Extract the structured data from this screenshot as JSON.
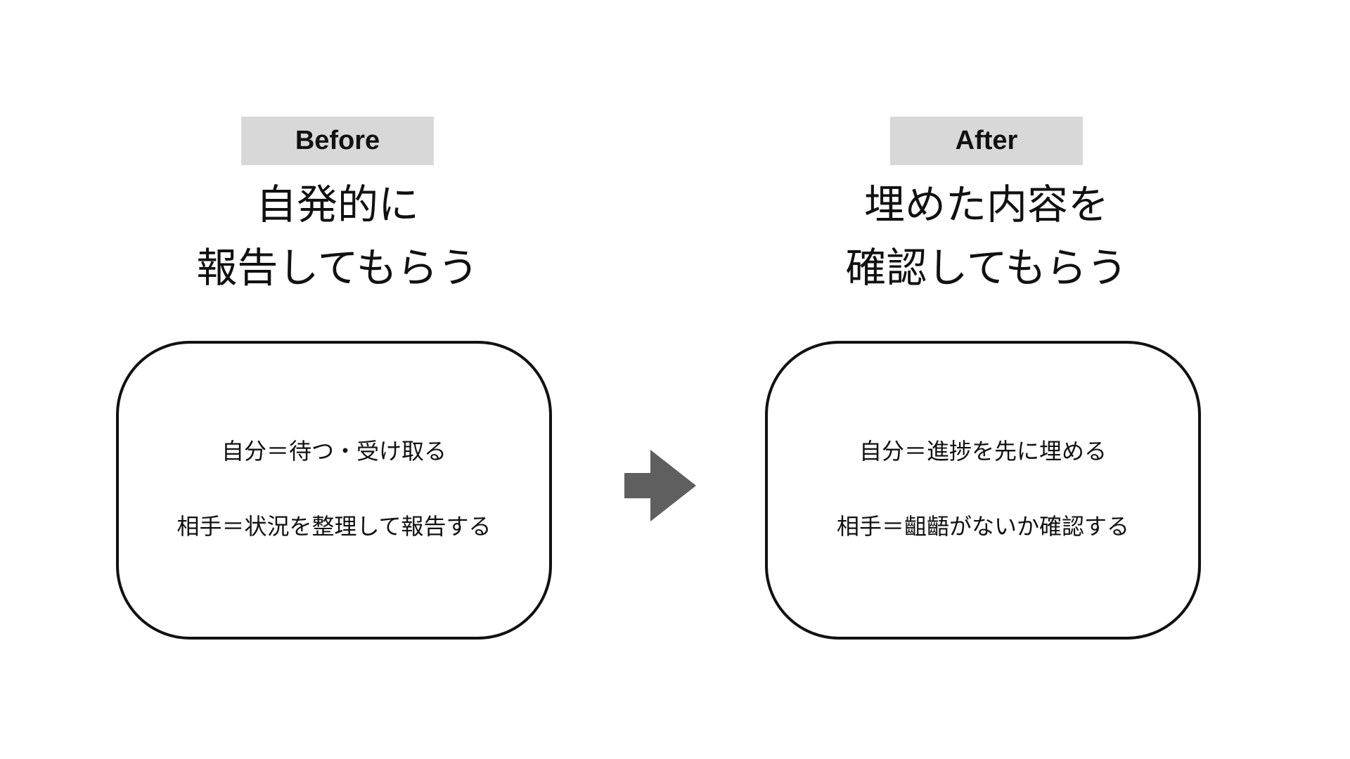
{
  "before": {
    "label": "Before",
    "heading_line1": "自発的に",
    "heading_line2": "報告してもらう",
    "card_line1": "自分＝待つ・受け取る",
    "card_line2": "相手＝状況を整理して報告する"
  },
  "after": {
    "label": "After",
    "heading_line1": "埋めた内容を",
    "heading_line2": "確認してもらう",
    "card_line1": "自分＝進捗を先に埋める",
    "card_line2": "相手＝齟齬がないか確認する"
  },
  "arrow": {
    "icon": "right-arrow-icon",
    "color": "#5f5f5f"
  },
  "colors": {
    "label_chip_bg": "#d8d8d8",
    "text": "#111111",
    "card_border": "#111111"
  }
}
